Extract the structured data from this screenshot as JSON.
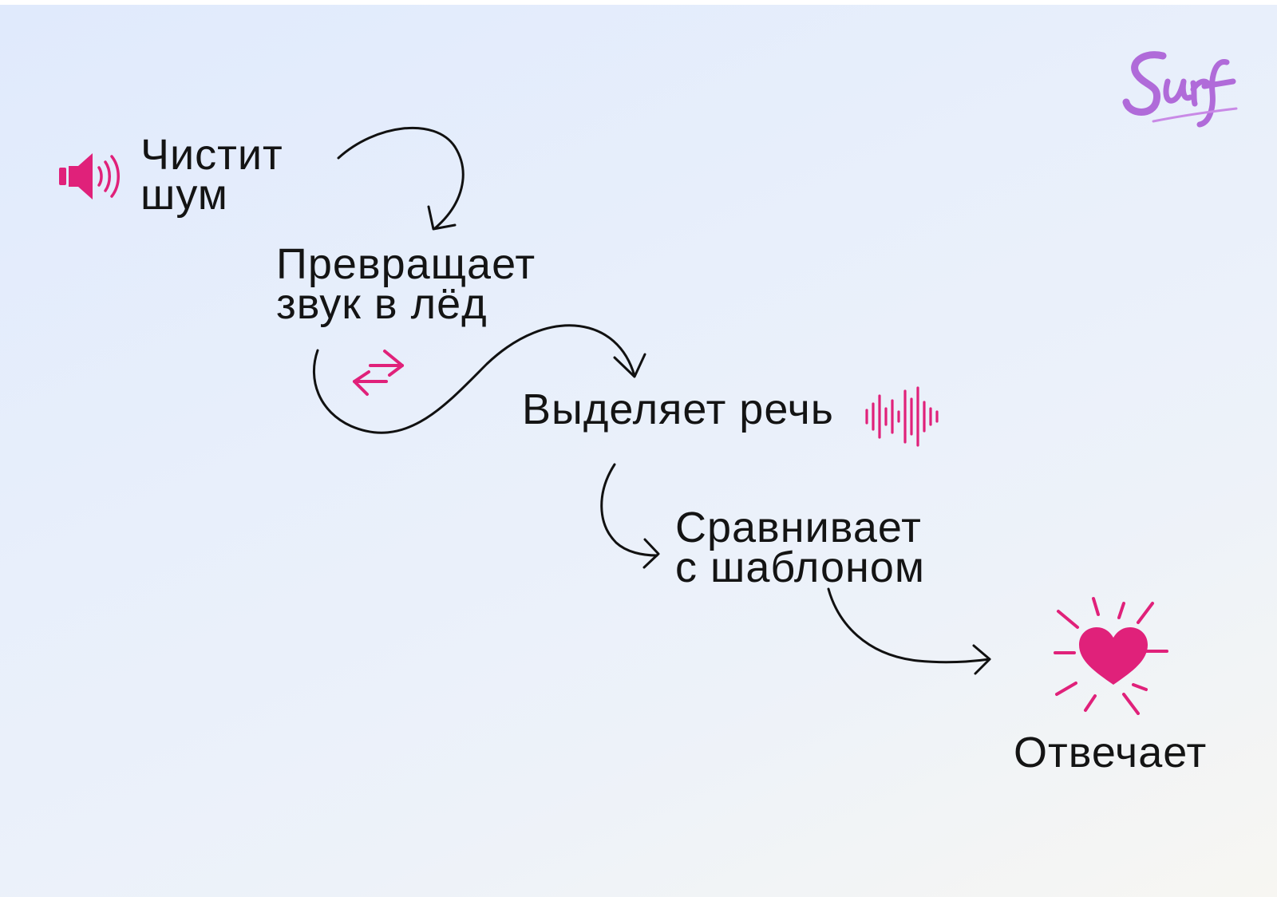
{
  "brand": {
    "logo_text": "Surf",
    "logo_color": "#b06bd9"
  },
  "accent_color": "#e0217a",
  "steps": [
    {
      "id": "clean-noise",
      "line1": "Чистит",
      "line2": "шум",
      "icon": "speaker-icon"
    },
    {
      "id": "convert-sound",
      "line1": "Превращает",
      "line2": "звук в лёд",
      "icon": "swap-arrows-icon"
    },
    {
      "id": "extract-speech",
      "line1": "Выделяет речь",
      "icon": "sound-wave-icon"
    },
    {
      "id": "compare-template",
      "line1": "Сравнивает",
      "line2": "с шаблоном"
    },
    {
      "id": "respond",
      "line1": "Отвечает",
      "icon": "heart-burst-icon"
    }
  ]
}
